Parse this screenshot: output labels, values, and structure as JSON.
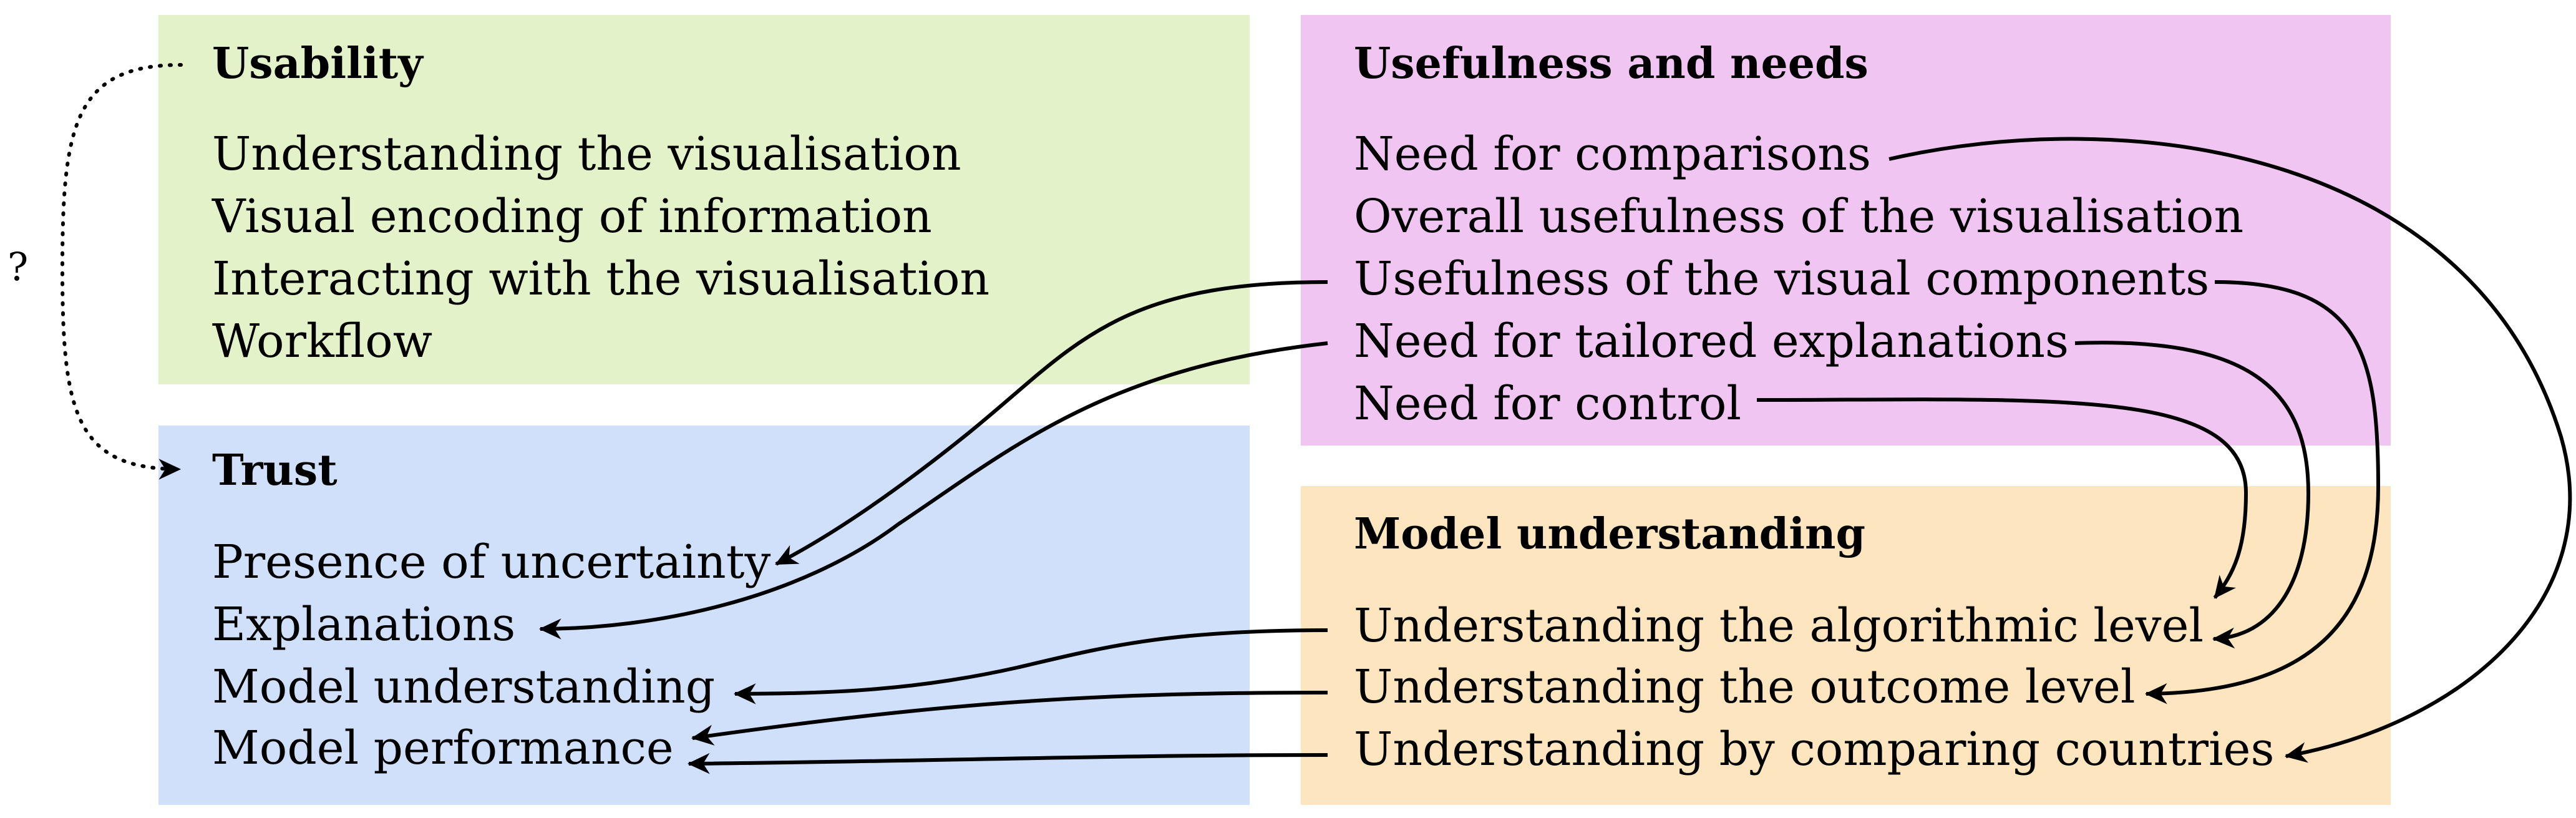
{
  "colors": {
    "usability": "#e3f2c9",
    "trust": "#d0e0fb",
    "usefulness": "#f0c5f2",
    "model_understanding": "#fde6bf",
    "arrow": "#000000"
  },
  "question_mark": "?",
  "usability": {
    "title": "Usability",
    "items": [
      "Understanding the visualisation",
      "Visual encoding of information",
      "Interacting with the visualisation",
      "Workflow"
    ]
  },
  "trust": {
    "title": "Trust",
    "items": [
      "Presence of uncertainty",
      "Explanations",
      "Model understanding",
      "Model performance"
    ]
  },
  "usefulness": {
    "title": "Usefulness and needs",
    "items": [
      "Need for comparisons",
      "Overall usefulness of the visualisation",
      "Usefulness of the visual components",
      "Need for tailored explanations",
      "Need for control"
    ]
  },
  "model_understanding": {
    "title": "Model understanding",
    "items": [
      "Understanding the algorithmic level",
      "Understanding the outcome level",
      "Understanding by comparing countries"
    ]
  }
}
